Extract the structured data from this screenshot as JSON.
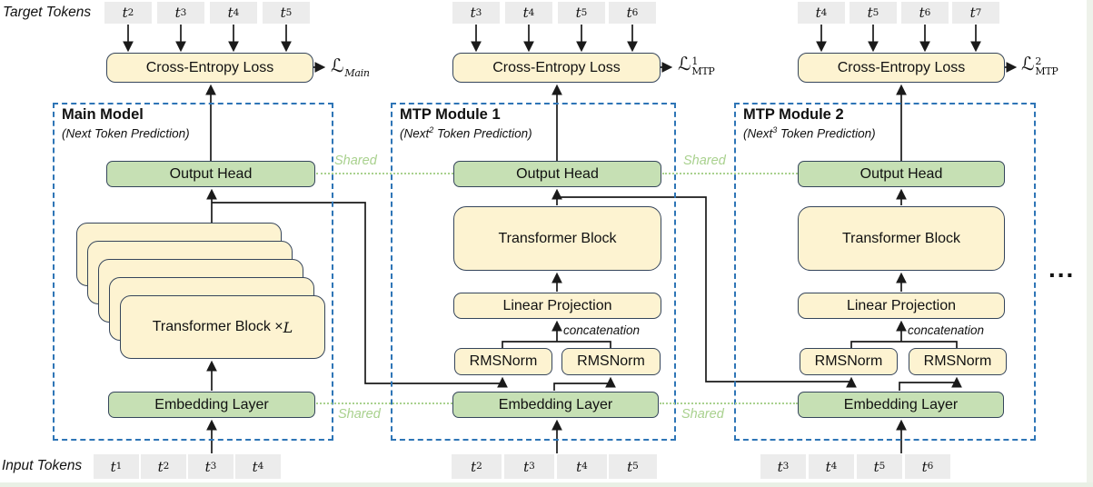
{
  "labels": {
    "target_tokens": "Target Tokens",
    "input_tokens": "Input Tokens",
    "shared": "Shared",
    "concatenation": "concatenation",
    "ellipsis": "..."
  },
  "colors": {
    "box_yellow": "#fdf3d1",
    "box_green": "#c6e0b4",
    "box_border": "#35455b",
    "token_gray": "#ececec",
    "frame_blue": "#2e75b6",
    "shared_green": "#a9d18e",
    "wire_black": "#1a1a1a"
  },
  "main": {
    "title": "Main Model",
    "subtitle": {
      "pre": "(Next",
      "sup": "",
      "post": " Token Prediction)"
    },
    "cross_entropy": "Cross-Entropy Loss",
    "loss": {
      "sym": "ℒ",
      "sup": "",
      "sub": "Main"
    },
    "output_head": "Output Head",
    "transformer_block": {
      "text": "Transformer Block × ",
      "var": "L"
    },
    "embedding": "Embedding Layer",
    "target_tokens": [
      {
        "b": "t",
        "s": "2"
      },
      {
        "b": "t",
        "s": "3"
      },
      {
        "b": "t",
        "s": "4"
      },
      {
        "b": "t",
        "s": "5"
      }
    ],
    "input_tokens": [
      {
        "b": "t",
        "s": "1"
      },
      {
        "b": "t",
        "s": "2"
      },
      {
        "b": "t",
        "s": "3"
      },
      {
        "b": "t",
        "s": "4"
      }
    ]
  },
  "mtp1": {
    "title": "MTP Module 1",
    "subtitle": {
      "pre": "(Next",
      "sup": "2",
      "post": " Token Prediction)"
    },
    "cross_entropy": "Cross-Entropy Loss",
    "loss": {
      "sym": "ℒ",
      "sup": "1",
      "sub": "MTP"
    },
    "output_head": "Output Head",
    "transformer_block": "Transformer Block",
    "linear_projection": "Linear Projection",
    "rmsnorm_left": "RMSNorm",
    "rmsnorm_right": "RMSNorm",
    "embedding": "Embedding Layer",
    "target_tokens": [
      {
        "b": "t",
        "s": "3"
      },
      {
        "b": "t",
        "s": "4"
      },
      {
        "b": "t",
        "s": "5"
      },
      {
        "b": "t",
        "s": "6"
      }
    ],
    "input_tokens": [
      {
        "b": "t",
        "s": "2"
      },
      {
        "b": "t",
        "s": "3"
      },
      {
        "b": "t",
        "s": "4"
      },
      {
        "b": "t",
        "s": "5"
      }
    ]
  },
  "mtp2": {
    "title": "MTP Module 2",
    "subtitle": {
      "pre": "(Next",
      "sup": "3",
      "post": " Token Prediction)"
    },
    "cross_entropy": "Cross-Entropy Loss",
    "loss": {
      "sym": "ℒ",
      "sup": "2",
      "sub": "MTP"
    },
    "output_head": "Output Head",
    "transformer_block": "Transformer Block",
    "linear_projection": "Linear Projection",
    "rmsnorm_left": "RMSNorm",
    "rmsnorm_right": "RMSNorm",
    "embedding": "Embedding Layer",
    "target_tokens": [
      {
        "b": "t",
        "s": "4"
      },
      {
        "b": "t",
        "s": "5"
      },
      {
        "b": "t",
        "s": "6"
      },
      {
        "b": "t",
        "s": "7"
      }
    ],
    "input_tokens": [
      {
        "b": "t",
        "s": "3"
      },
      {
        "b": "t",
        "s": "4"
      },
      {
        "b": "t",
        "s": "5"
      },
      {
        "b": "t",
        "s": "6"
      }
    ]
  }
}
